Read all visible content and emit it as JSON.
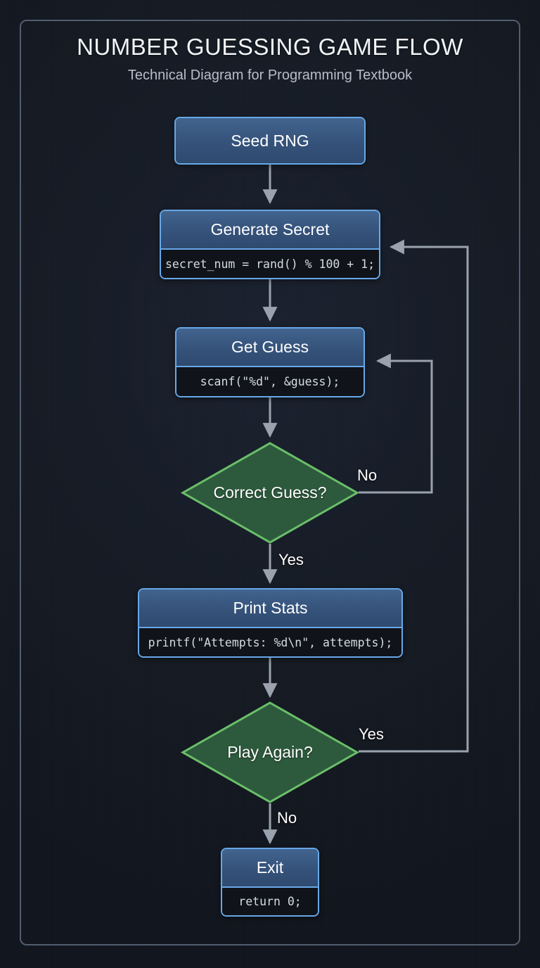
{
  "header": {
    "title": "NUMBER GUESSING GAME FLOW",
    "subtitle": "Technical Diagram for Programming Textbook"
  },
  "colors": {
    "background": "#161b24",
    "frame_border": "#515d70",
    "process_border": "#67a8e8",
    "process_header": "#35527a",
    "code_background": "#10131a",
    "decision_fill": "#2d5a3d",
    "decision_border": "#6abf69",
    "connector": "#9aa3ad",
    "title_text": "#f2f4f7",
    "subtitle_text": "#b7bec9"
  },
  "nodes": [
    {
      "id": "seed",
      "type": "process",
      "label": "Seed RNG",
      "code": ""
    },
    {
      "id": "generate",
      "type": "process",
      "label": "Generate Secret",
      "code": "secret_num = rand() % 100 + 1;"
    },
    {
      "id": "guess",
      "type": "process",
      "label": "Get Guess",
      "code": "scanf(\"%d\", &guess);"
    },
    {
      "id": "correct",
      "type": "decision",
      "label": "Correct Guess?",
      "code": ""
    },
    {
      "id": "stats",
      "type": "process",
      "label": "Print Stats",
      "code": "printf(\"Attempts: %d\\n\", attempts);"
    },
    {
      "id": "again",
      "type": "decision",
      "label": "Play Again?",
      "code": ""
    },
    {
      "id": "exit",
      "type": "process",
      "label": "Exit",
      "code": "return 0;"
    }
  ],
  "edges": [
    {
      "from": "seed",
      "to": "generate",
      "label": ""
    },
    {
      "from": "generate",
      "to": "guess",
      "label": ""
    },
    {
      "from": "guess",
      "to": "correct",
      "label": ""
    },
    {
      "from": "correct",
      "to": "guess",
      "label": "No"
    },
    {
      "from": "correct",
      "to": "stats",
      "label": "Yes"
    },
    {
      "from": "stats",
      "to": "again",
      "label": ""
    },
    {
      "from": "again",
      "to": "generate",
      "label": "Yes"
    },
    {
      "from": "again",
      "to": "exit",
      "label": "No"
    }
  ]
}
